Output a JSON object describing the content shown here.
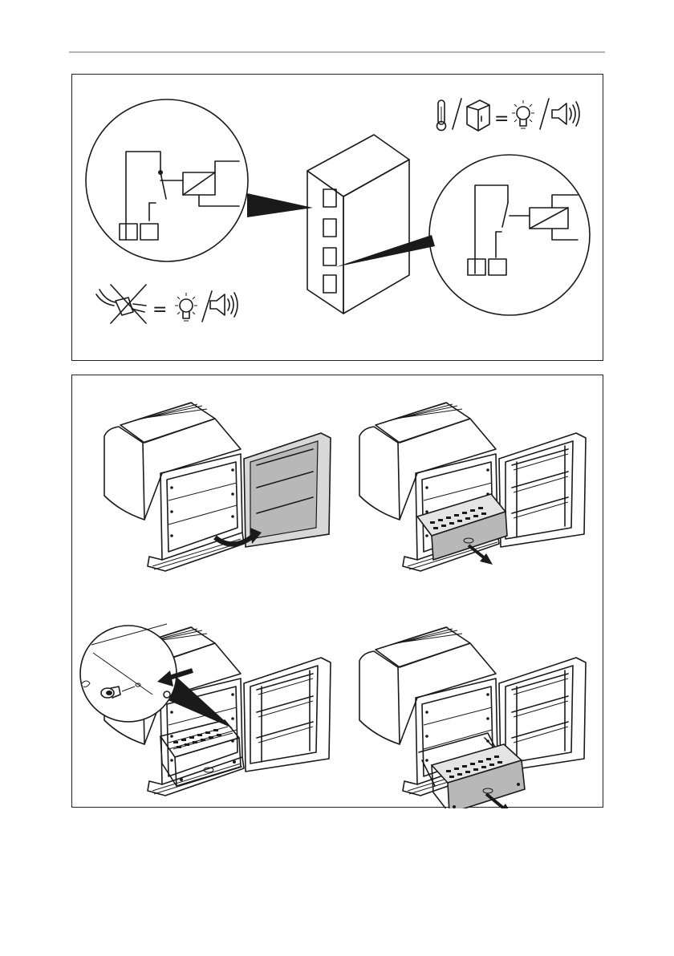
{
  "page": {
    "header_rule": true
  },
  "top_figure": {
    "equation_symbol": "=",
    "icons": [
      "thermometer-icon",
      "door-open-icon",
      "lamp-icon",
      "speaker-icon",
      "plug-crossed-icon"
    ]
  },
  "bottom_figure": {
    "steps": [
      {
        "name": "open-door"
      },
      {
        "name": "pull-drawer"
      },
      {
        "name": "remove-stopper"
      },
      {
        "name": "remove-drawer"
      }
    ]
  },
  "colors": {
    "line": "#1a1a1a",
    "shade": "#b8b8b8",
    "frame_border": "#222222"
  }
}
